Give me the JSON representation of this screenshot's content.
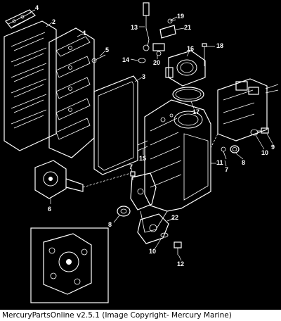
{
  "footer": {
    "text": "MercuryPartsOnline v2.5.1 (Image Copyright- Mercury Marine)"
  },
  "callouts": [
    {
      "id": "c4",
      "text": "4"
    },
    {
      "id": "c2",
      "text": "2"
    },
    {
      "id": "c1",
      "text": "1"
    },
    {
      "id": "c5",
      "text": "5"
    },
    {
      "id": "c13",
      "text": "13"
    },
    {
      "id": "c19",
      "text": "19"
    },
    {
      "id": "c21",
      "text": "21"
    },
    {
      "id": "c18",
      "text": "18"
    },
    {
      "id": "c16",
      "text": "16"
    },
    {
      "id": "c14",
      "text": "14"
    },
    {
      "id": "c20",
      "text": "20"
    },
    {
      "id": "c3",
      "text": "3"
    },
    {
      "id": "c17",
      "text": "17"
    },
    {
      "id": "c15",
      "text": "15"
    },
    {
      "id": "c7a",
      "text": "7"
    },
    {
      "id": "c7b",
      "text": "7"
    },
    {
      "id": "c8a",
      "text": "8"
    },
    {
      "id": "c8b",
      "text": "8"
    },
    {
      "id": "c10a",
      "text": "10"
    },
    {
      "id": "c10b",
      "text": "10"
    },
    {
      "id": "c9",
      "text": "9"
    },
    {
      "id": "c11",
      "text": "11"
    },
    {
      "id": "c6",
      "text": "6"
    },
    {
      "id": "c22",
      "text": "22"
    },
    {
      "id": "c12",
      "text": "12"
    }
  ]
}
